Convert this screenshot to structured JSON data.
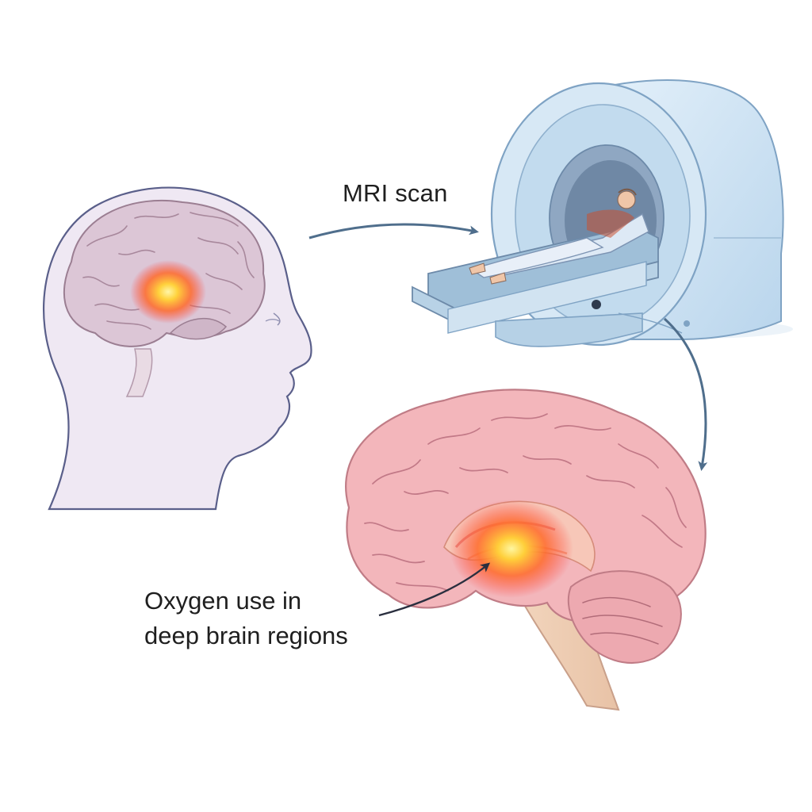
{
  "labels": {
    "mri_scan": "MRI scan",
    "oxygen_line1": "Oxygen use in",
    "oxygen_line2": "deep brain regions"
  },
  "colors": {
    "background": "#ffffff",
    "brain_pink": "#f3b6bb",
    "brain_outline": "#c07c86",
    "head_lavender": "#ece6f1",
    "head_outline": "#5a5f8a",
    "scanner_blue": "#cfe3f3",
    "scanner_outline": "#7fa3c4",
    "arrow": "#4f6e8c",
    "hotspot_core": "#ffe36b",
    "hotspot_outer": "#ff5a2a"
  },
  "icons": [
    "head-profile-icon",
    "brain-icon",
    "mri-scanner-icon",
    "patient-icon",
    "hotspot-glow-icon",
    "arrow-icon"
  ]
}
